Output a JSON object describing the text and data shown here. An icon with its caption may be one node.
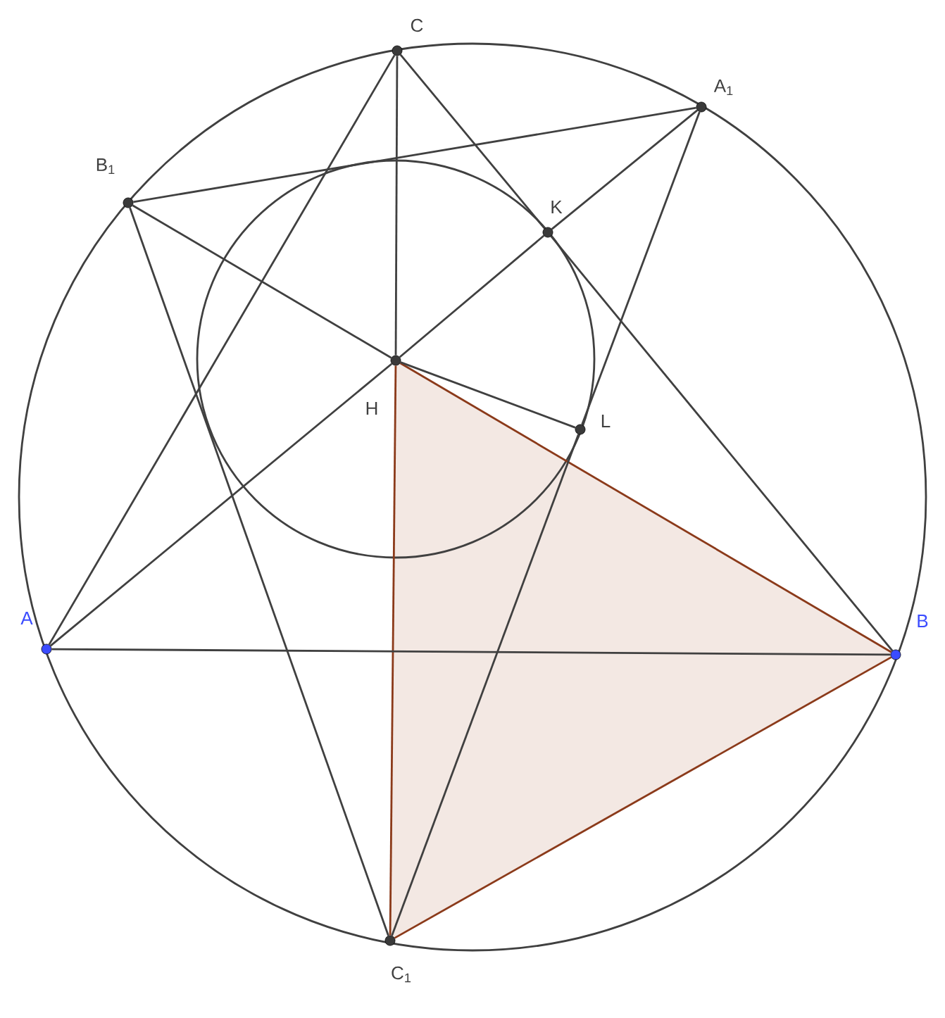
{
  "diagram": {
    "nodes": [
      {
        "text": [],
        "shape": "circle",
        "beside": [
          "C"
        ]
      },
      {
        "text": [],
        "shape": "circle",
        "beside": [
          "A$_{1}$"
        ]
      },
      {
        "text": [],
        "shape": "circle",
        "beside": [
          "B$_{1}$"
        ]
      },
      {
        "text": [],
        "shape": "circle",
        "beside": [
          "K"
        ]
      },
      {
        "text": [],
        "shape": "circle",
        "beside": [
          "H"
        ]
      },
      {
        "text": [],
        "shape": "circle",
        "beside": [
          "L"
        ]
      },
      {
        "text": [],
        "shape": "circle",
        "beside": [
          "A"
        ]
      },
      {
        "text": [],
        "shape": "circle",
        "beside": [
          "B"
        ]
      },
      {
        "text": [],
        "shape": "circle",
        "beside": [
          "C$_{1}$"
        ]
      }
    ],
    "edges": [
      {
        "from": 0,
        "to": 4,
        "arrow": "none"
      },
      {
        "from": 4,
        "to": 8,
        "arrow": "none",
        "color": "#8b3a1a"
      },
      {
        "from": 6,
        "to": 4,
        "arrow": "none"
      },
      {
        "from": 4,
        "to": 3,
        "arrow": "none"
      },
      {
        "from": 3,
        "to": 1,
        "arrow": "none"
      },
      {
        "from": 7,
        "to": 4,
        "arrow": "none",
        "color": "#8b3a1a"
      },
      {
        "from": 4,
        "to": 2,
        "arrow": "none"
      },
      {
        "from": 0,
        "to": 3,
        "arrow": "none"
      },
      {
        "from": 3,
        "to": 7,
        "arrow": "none"
      },
      {
        "from": 1,
        "to": 5,
        "arrow": "none"
      },
      {
        "from": 5,
        "to": 8,
        "arrow": "none"
      },
      {
        "from": 4,
        "to": 5,
        "arrow": "none"
      },
      {
        "from": 2,
        "to": 1,
        "arrow": "none"
      },
      {
        "from": 2,
        "to": 8,
        "arrow": "none"
      },
      {
        "from": 6,
        "to": 0,
        "arrow": "none"
      },
      {
        "from": 6,
        "to": 7,
        "arrow": "none"
      },
      {
        "from": 7,
        "to": 8,
        "arrow": "none",
        "color": "#8b3a1a"
      }
    ]
  }
}
